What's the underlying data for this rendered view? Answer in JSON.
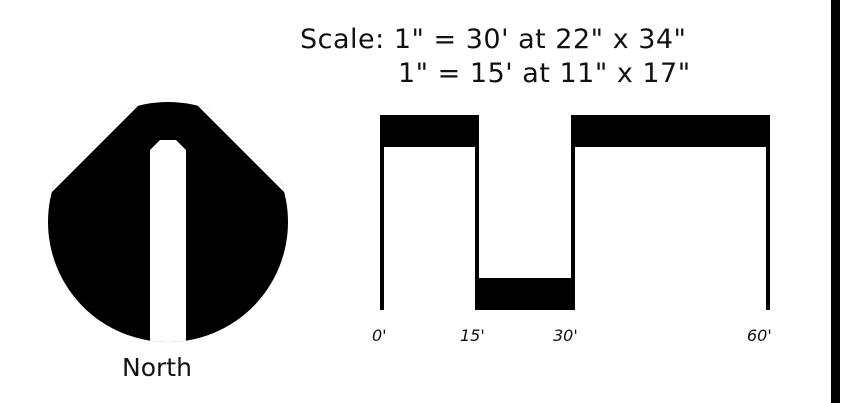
{
  "scale_note": {
    "line1": "Scale: 1\" = 30' at 22\" x 34\"",
    "line2": "1\" = 15' at 11\" x 17\""
  },
  "north_arrow": {
    "label": "North",
    "icon": "north-arrow-icon",
    "color": "#000000"
  },
  "scale_bar": {
    "ticks": [
      "0'",
      "15'",
      "30'",
      "60'"
    ],
    "color": "#000000"
  }
}
